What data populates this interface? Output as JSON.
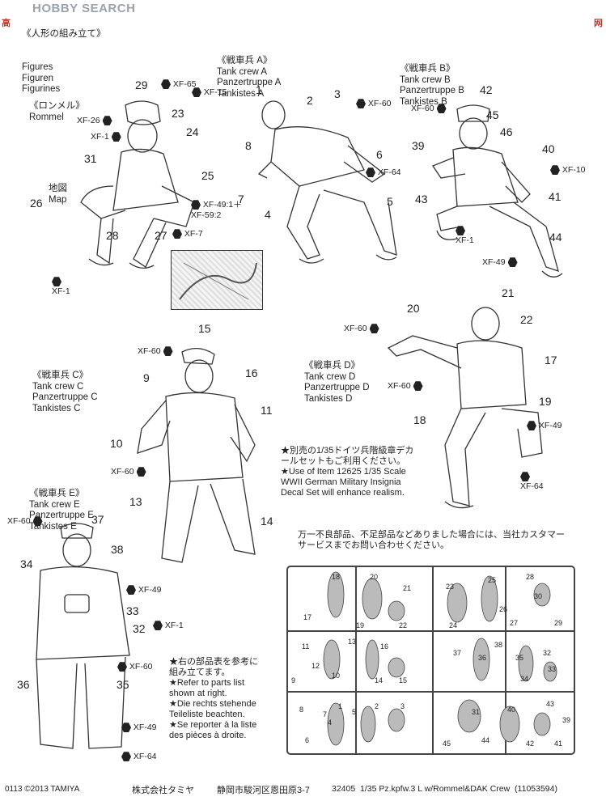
{
  "watermark": {
    "brand": "HOBBY SEARCH",
    "logo_left": "高",
    "logo_right": "网"
  },
  "figures_heading": {
    "jp": "《人形の組み立て》",
    "de_en": [
      "Figures",
      "Figuren",
      "Figurines"
    ]
  },
  "rommel": {
    "jp": "《ロンメル》",
    "name": "Rommel"
  },
  "map": {
    "jp": "地図",
    "en": "Map"
  },
  "crew_a": {
    "jp": "《戦車兵 A》",
    "lines": [
      "Tank crew A",
      "Panzertruppe A",
      "Tankistes A"
    ]
  },
  "crew_b": {
    "jp": "《戦車兵 B》",
    "lines": [
      "Tank crew B",
      "Panzertruppe B",
      "Tankistes B"
    ]
  },
  "crew_c": {
    "jp": "《戦車兵 C》",
    "lines": [
      "Tank crew C",
      "Panzertruppe C",
      "Tankistes C"
    ]
  },
  "crew_d": {
    "jp": "《戦車兵 D》",
    "lines": [
      "Tank crew D",
      "Panzertruppe D",
      "Tankistes D"
    ]
  },
  "crew_e": {
    "jp": "《戦車兵 E》",
    "lines": [
      "Tank crew E",
      "Panzertruppe E",
      "Tankistes E"
    ]
  },
  "part_numbers": {
    "n1": "1",
    "n2": "2",
    "n3": "3",
    "n4": "4",
    "n5": "5",
    "n6": "6",
    "n7": "7",
    "n8": "8",
    "n9": "9",
    "n10": "10",
    "n11": "11",
    "n13": "13",
    "n14": "14",
    "n15": "15",
    "n16": "16",
    "n17": "17",
    "n18": "18",
    "n19": "19",
    "n20": "20",
    "n21": "21",
    "n22": "22",
    "n23": "23",
    "n24": "24",
    "n25": "25",
    "n26": "26",
    "n27": "27",
    "n28": "28",
    "n29": "29",
    "n31": "31",
    "n32": "32",
    "n33": "33",
    "n34": "34",
    "n35": "35",
    "n36": "36",
    "n37": "37",
    "n38": "38",
    "n39": "39",
    "n40": "40",
    "n41": "41",
    "n42": "42",
    "n43": "43",
    "n44": "44",
    "n45": "45",
    "n46": "46"
  },
  "paints": {
    "xf65": "XF-65",
    "xf15": "XF-15",
    "xf26": "XF-26",
    "xf1": "XF-1",
    "xf49_59": "XF-49:1＋\nXF-59:2",
    "xf7": "XF-7",
    "xf60": "XF-60",
    "xf64": "XF-64",
    "xf10": "XF-10",
    "xf49": "XF-49"
  },
  "decal_note": {
    "jp": "★別売の1/35ドイツ兵階級章デカ\nールセットもご利用ください。",
    "en": "★Use of Item 12625 1/35 Scale\nWWII German Military Insignia\nDecal Set will enhance realism."
  },
  "defect_note": "万一不良部品、不足部品などありました場合には、当社カスタマー\nサービスまでお問い合わせください。",
  "parts_list_note": "★右の部品表を参考に\n組み立てます。\n★Refer to parts list\nshown at right.\n★Die rechts stehende\nTeileliste beachten.\n★Se reporter à la liste\ndes pièces à droite.",
  "sprue_numbers": [
    "18",
    "20",
    "21",
    "17",
    "19",
    "22",
    "24",
    "23",
    "25",
    "28",
    "30",
    "26",
    "27",
    "29",
    "11",
    "13",
    "16",
    "12",
    "15",
    "10",
    "14",
    "37",
    "36",
    "38",
    "35",
    "34",
    "33",
    "32",
    "9",
    "5",
    "2",
    "3",
    "7",
    "8",
    "4",
    "1",
    "6",
    "45",
    "44",
    "31",
    "40",
    "42",
    "39",
    "41",
    "43"
  ],
  "footer": {
    "left": "0113 ©2013 TAMIYA",
    "company": "株式会社タミヤ",
    "address": "静岡市駿河区恩田原3-7",
    "product": "32405  1/35 Pz.kpfw.3 L w/Rommel&DAK Crew  (11053594)"
  }
}
